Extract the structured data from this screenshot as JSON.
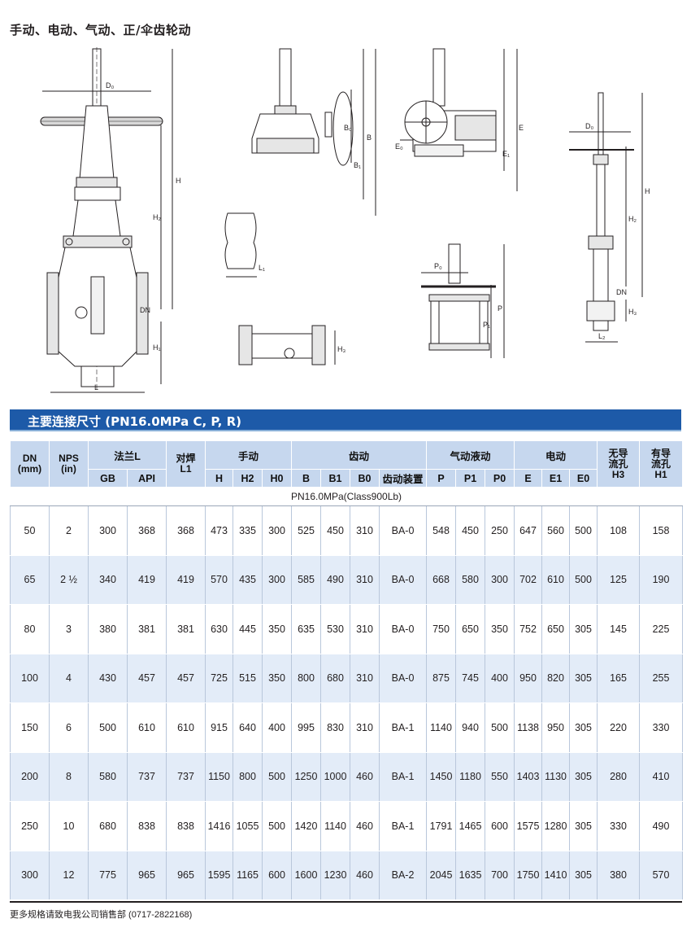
{
  "page": {
    "heading": "手动、电动、气动、正/伞齿轮动"
  },
  "drawing_labels": {
    "main_valve": {
      "D0": "D₀",
      "H": "H",
      "H2": "H₂",
      "DN": "DN",
      "H1": "H₁",
      "L": "L"
    },
    "gear_box": {
      "B0": "B₀",
      "B": "B",
      "B1": "B₁"
    },
    "electric": {
      "E0": "E₀",
      "E": "E",
      "E1": "E₁"
    },
    "weld_end": {
      "L1": "L₁"
    },
    "flange_detail": {
      "H3": "H₃"
    },
    "pneumatic": {
      "P0": "P₀",
      "P1": "P₁",
      "P": "P"
    },
    "side_valve": {
      "D0": "D₀",
      "H": "H",
      "H2": "H₂",
      "DN": "DN",
      "H3": "H₃",
      "L2": "L₂"
    }
  },
  "section": {
    "title": "主要连接尺寸 (PN16.0MPa C, P, R)"
  },
  "table": {
    "group_headers": {
      "dn": "DN\n(mm)",
      "nps": "NPS\n(in)",
      "flange_l": "法兰L",
      "butt_weld": "对焊\nL1",
      "manual": "手动",
      "gear": "齿动",
      "pneumatic": "气动液动",
      "electric": "电动",
      "no_guide": "无导\n流孔\nH3",
      "with_guide": "有导\n流孔\nH1"
    },
    "sub_headers": [
      "GB",
      "API",
      "H",
      "H2",
      "H0",
      "B",
      "B1",
      "B0",
      "齿动装置",
      "P",
      "P1",
      "P0",
      "E",
      "E1",
      "E0"
    ],
    "pressure_class": "PN16.0MPa(Class900Lb)",
    "rows": [
      [
        "50",
        "2",
        "300",
        "368",
        "368",
        "473",
        "335",
        "300",
        "525",
        "450",
        "310",
        "BA-0",
        "548",
        "450",
        "250",
        "647",
        "560",
        "500",
        "108",
        "158"
      ],
      [
        "65",
        "2 ½",
        "340",
        "419",
        "419",
        "570",
        "435",
        "300",
        "585",
        "490",
        "310",
        "BA-0",
        "668",
        "580",
        "300",
        "702",
        "610",
        "500",
        "125",
        "190"
      ],
      [
        "80",
        "3",
        "380",
        "381",
        "381",
        "630",
        "445",
        "350",
        "635",
        "530",
        "310",
        "BA-0",
        "750",
        "650",
        "350",
        "752",
        "650",
        "305",
        "145",
        "225"
      ],
      [
        "100",
        "4",
        "430",
        "457",
        "457",
        "725",
        "515",
        "350",
        "800",
        "680",
        "310",
        "BA-0",
        "875",
        "745",
        "400",
        "950",
        "820",
        "305",
        "165",
        "255"
      ],
      [
        "150",
        "6",
        "500",
        "610",
        "610",
        "915",
        "640",
        "400",
        "995",
        "830",
        "310",
        "BA-1",
        "1140",
        "940",
        "500",
        "1138",
        "950",
        "305",
        "220",
        "330"
      ],
      [
        "200",
        "8",
        "580",
        "737",
        "737",
        "1150",
        "800",
        "500",
        "1250",
        "1000",
        "460",
        "BA-1",
        "1450",
        "1180",
        "550",
        "1403",
        "1130",
        "305",
        "280",
        "410"
      ],
      [
        "250",
        "10",
        "680",
        "838",
        "838",
        "1416",
        "1055",
        "500",
        "1420",
        "1140",
        "460",
        "BA-1",
        "1791",
        "1465",
        "600",
        "1575",
        "1280",
        "305",
        "330",
        "490"
      ],
      [
        "300",
        "12",
        "775",
        "965",
        "965",
        "1595",
        "1165",
        "600",
        "1600",
        "1230",
        "460",
        "BA-2",
        "2045",
        "1635",
        "700",
        "1750",
        "1410",
        "305",
        "380",
        "570"
      ]
    ]
  },
  "footer": {
    "note": "更多规格请致电我公司销售部 (0717-2822168)"
  },
  "colors": {
    "section_bar": "#1d5aa8",
    "header_fill": "#c6d7ee",
    "row_stripe": "#e3ecf8",
    "drawing_line": "#231f20"
  }
}
